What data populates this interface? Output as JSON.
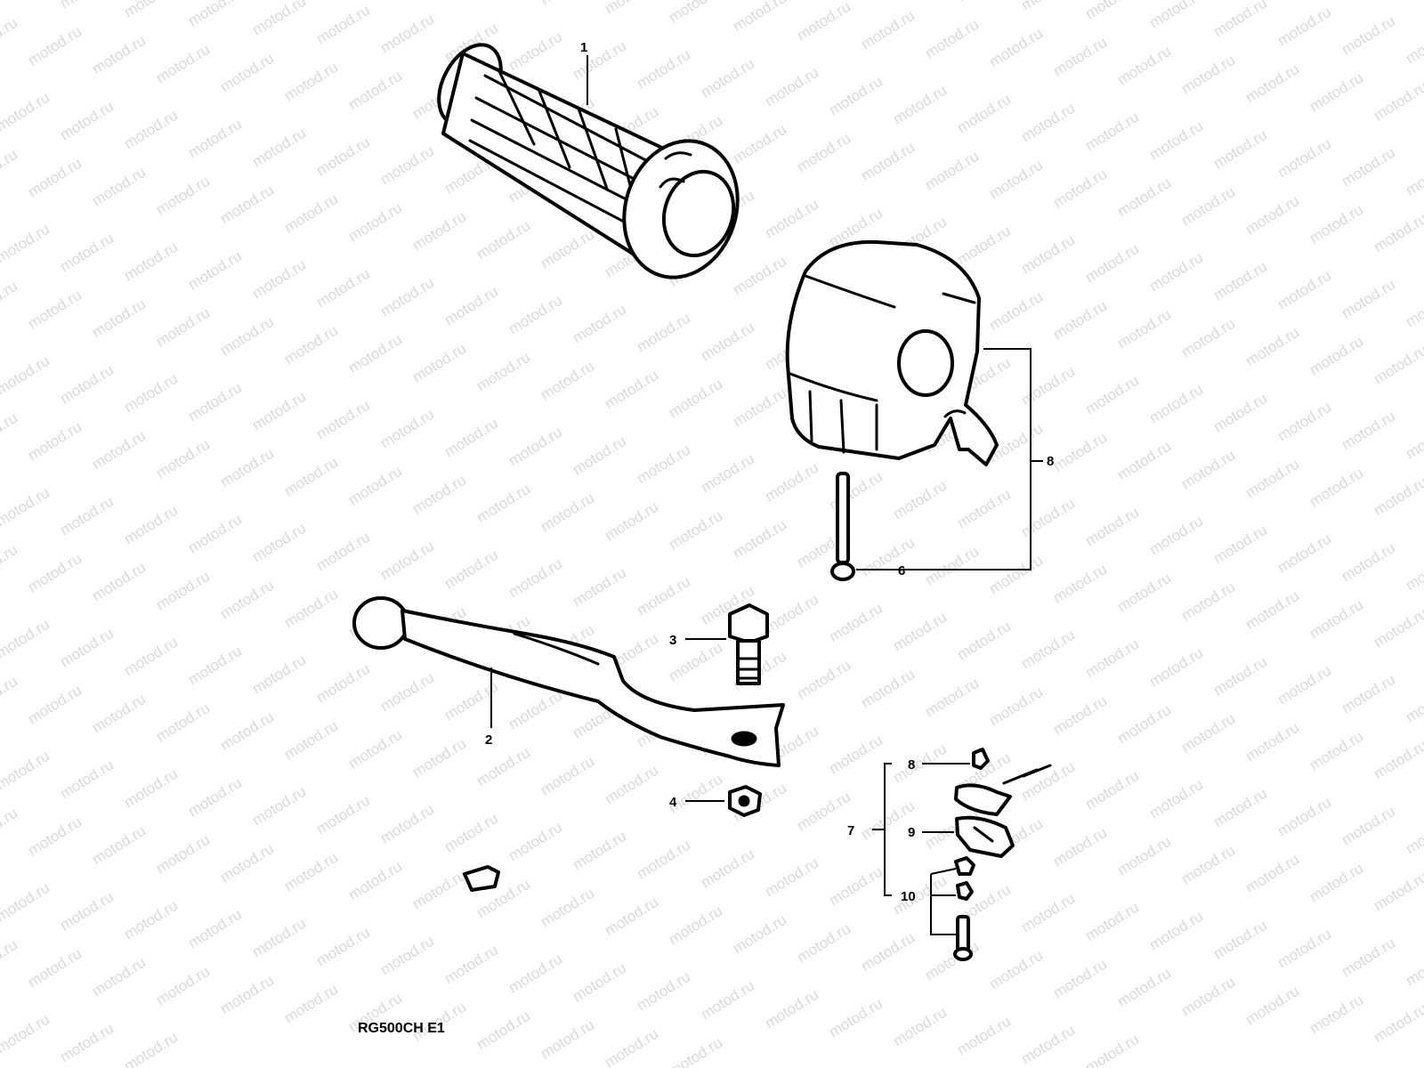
{
  "watermark": {
    "text": "motod.ru"
  },
  "model_code": "RG500CH E1",
  "callouts": {
    "c1": "1",
    "c2": "2",
    "c3": "3",
    "c4": "4",
    "c6": "6",
    "c7": "7",
    "c8": "8",
    "c8b": "8",
    "c9": "9",
    "c10": "10"
  },
  "colors": {
    "line": "#000000",
    "background": "#ffffff",
    "watermark": "#d9d9d9"
  }
}
